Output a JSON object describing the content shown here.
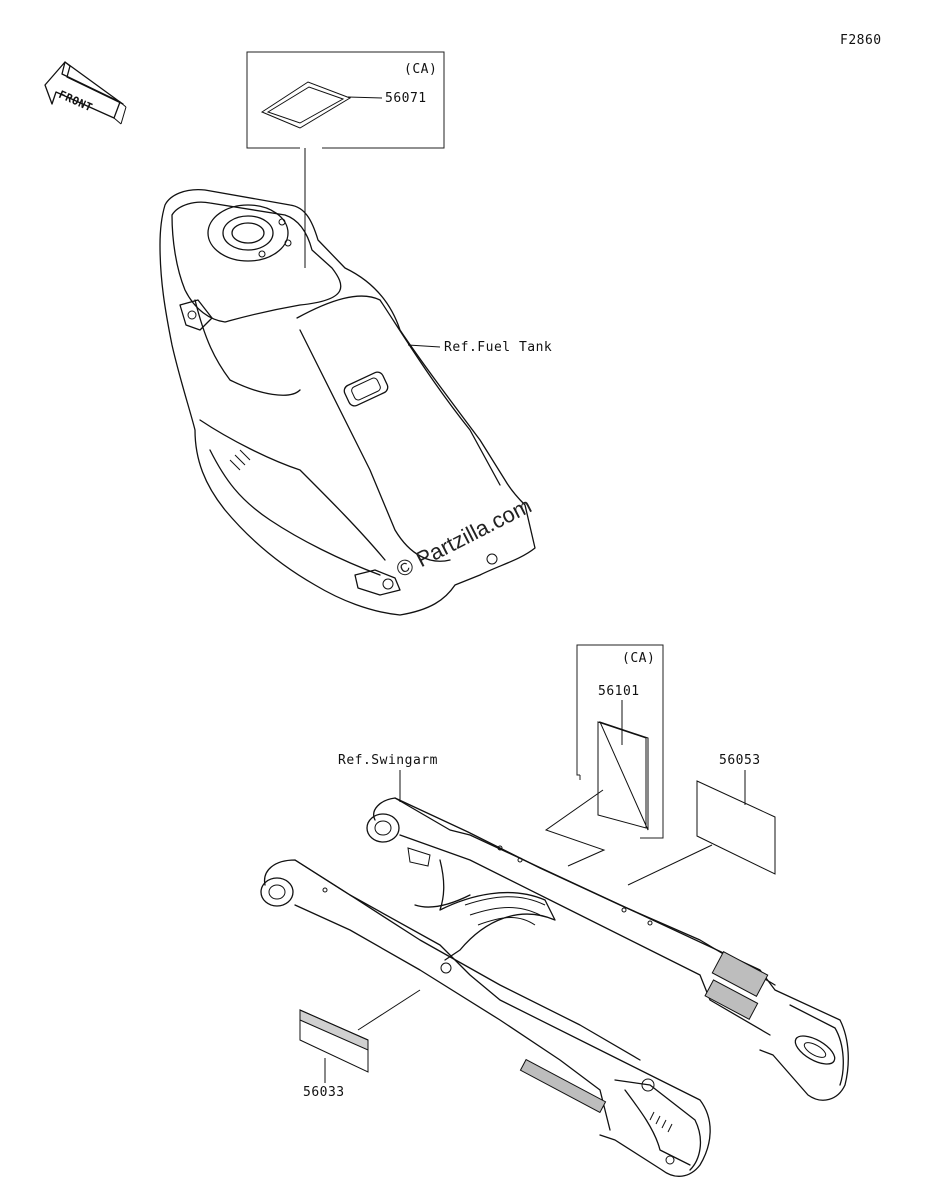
{
  "diagram": {
    "figure_code": "F2860",
    "front_arrow_label": "FRONT",
    "watermark": "© Partzilla.com",
    "callouts": {
      "fuel_tank_label_region": "(CA)",
      "fuel_tank_label_part": "56071",
      "fuel_tank_ref": "Ref.Fuel Tank",
      "swingarm_label_region": "(CA)",
      "swingarm_label_part_a": "56101",
      "swingarm_label_part_b": "56053",
      "swingarm_label_part_c": "56033",
      "swingarm_ref": "Ref.Swingarm"
    }
  }
}
